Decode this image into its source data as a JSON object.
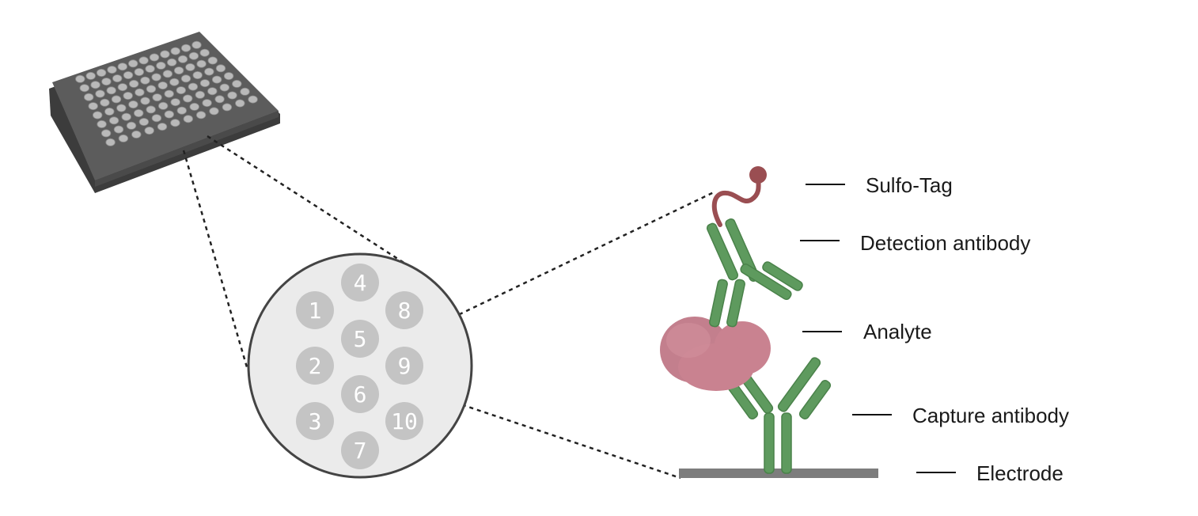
{
  "plate": {
    "rows": 8,
    "cols": 12
  },
  "spots": [
    {
      "number": "1"
    },
    {
      "number": "2"
    },
    {
      "number": "3"
    },
    {
      "number": "4"
    },
    {
      "number": "5"
    },
    {
      "number": "6"
    },
    {
      "number": "7"
    },
    {
      "number": "8"
    },
    {
      "number": "9"
    },
    {
      "number": "10"
    }
  ],
  "labels": {
    "sulfo_tag": "Sulfo-Tag",
    "detection_antibody": "Detection antibody",
    "analyte": "Analyte",
    "capture_antibody": "Capture antibody",
    "electrode": "Electrode"
  },
  "colors": {
    "antibody": "#5e9a5e",
    "antibody_stroke": "#4a824a",
    "analyte": "#c98290",
    "sulfo_tag": "#9a4e52",
    "electrode": "#7d7d7d",
    "spot": "#c4c4c4",
    "well_circle": "#ebebeb",
    "plate": "#5a5a5a"
  }
}
